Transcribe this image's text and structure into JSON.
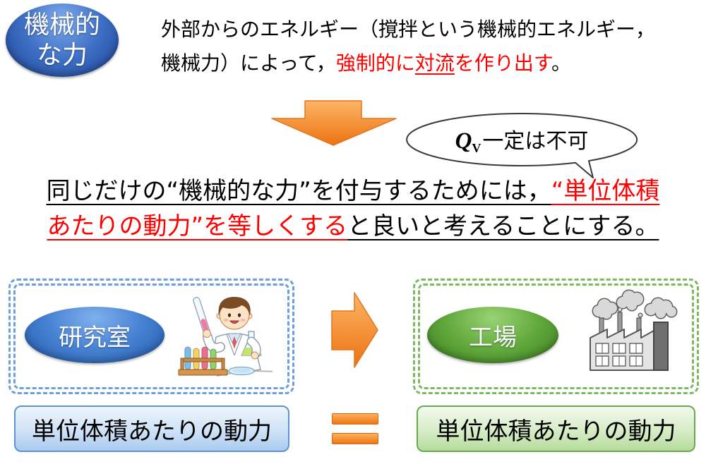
{
  "colors": {
    "emphasis": "#ff0000",
    "arrow": "#f07d1a",
    "lab_accent": "#3a72c8",
    "factory_accent": "#5aa13b"
  },
  "definition": {
    "badge_line1": "機械的",
    "badge_line2": "な力",
    "line1": "外部からのエネルギー（撹拌という機械的エネルギー，",
    "line2": [
      {
        "text": "機械力）によって，",
        "emphasis": false,
        "underline": false
      },
      {
        "text": "強制的に",
        "emphasis": true,
        "underline": false
      },
      {
        "text": "対流",
        "emphasis": true,
        "underline": true
      },
      {
        "text": "を作り出す",
        "emphasis": true,
        "underline": false
      },
      {
        "text": "。",
        "emphasis": false,
        "underline": false
      }
    ]
  },
  "flow_icon": "arrow-down-icon",
  "note": {
    "symbol": "Q",
    "subscript": "V",
    "text": "一定は不可"
  },
  "statement": {
    "line1": [
      {
        "text": "同じだけの“機械的な力”を付与するためには，",
        "emphasis": false,
        "underline": true
      },
      {
        "text": "“単位体積",
        "emphasis": true,
        "underline": true
      }
    ],
    "line2": [
      {
        "text": "あたりの動力”を等しくする",
        "emphasis": true,
        "underline": true
      },
      {
        "text": "と良いと考えることにする。",
        "emphasis": false,
        "underline": true
      }
    ]
  },
  "comparison": {
    "laboratory": {
      "label": "研究室",
      "measure": "単位体積あたりの動力",
      "illustration": "scientist-icon"
    },
    "factory": {
      "label": "工場",
      "measure": "単位体積あたりの動力",
      "illustration": "factory-icon"
    },
    "flow_icon": "arrow-right-icon",
    "relation_icon": "equals-icon"
  }
}
